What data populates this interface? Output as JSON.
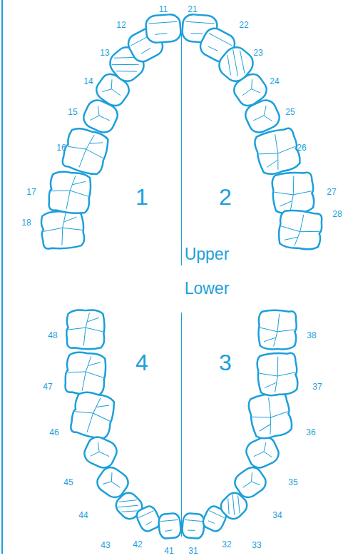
{
  "diagram": {
    "labels": [
      "11",
      "21",
      "12",
      "22",
      "13",
      "23",
      "14",
      "24",
      "15",
      "25",
      "16",
      "26",
      "17",
      "27",
      "1",
      "2",
      "18",
      "28",
      "Upper",
      "Lower",
      "48",
      "38",
      "4",
      "3",
      "47",
      "37",
      "46",
      "36",
      "45",
      "35",
      "44",
      "34",
      "43",
      "33",
      "42",
      "32",
      "41",
      "31"
    ]
  }
}
